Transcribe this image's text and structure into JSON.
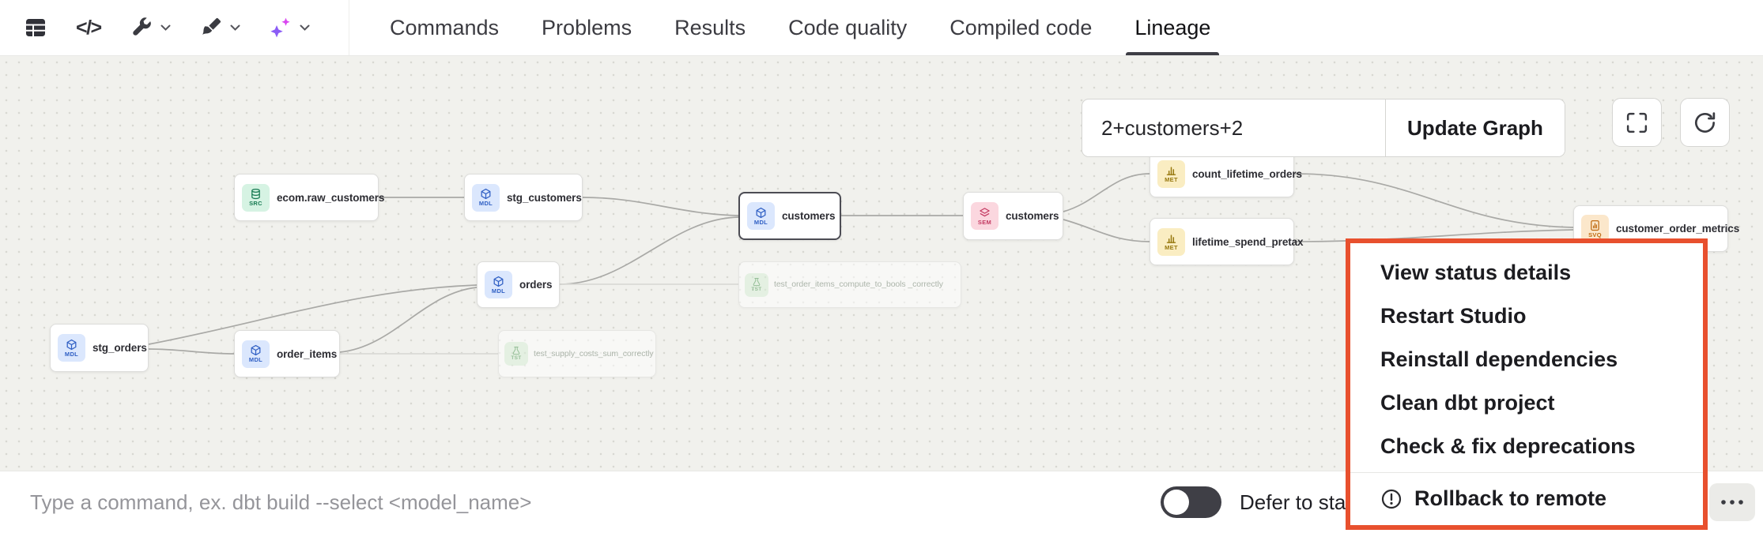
{
  "toolbar": {
    "icons": [
      "table-icon",
      "code-icon",
      "wrench-icon",
      "brush-icon",
      "sparkles-icon"
    ],
    "code_glyph": "</>",
    "tabs": [
      "Commands",
      "Problems",
      "Results",
      "Code quality",
      "Compiled code",
      "Lineage"
    ],
    "active_tab": "Lineage"
  },
  "graph_controls": {
    "selector_value": "2+customers+2",
    "update_button_label": "Update Graph"
  },
  "canvas": {
    "nodes": [
      {
        "type": "SRC",
        "label": "ecom.raw_customers"
      },
      {
        "type": "MDL",
        "label": "stg_customers"
      },
      {
        "type": "MDL",
        "label": "customers",
        "selected": true
      },
      {
        "type": "SEM",
        "label": "customers"
      },
      {
        "type": "MET",
        "label": "count_lifetime_orders"
      },
      {
        "type": "MET",
        "label": "lifetime_spend_pretax"
      },
      {
        "type": "SVQ",
        "label": "customer_order_metrics"
      },
      {
        "type": "MDL",
        "label": "orders"
      },
      {
        "type": "MDL",
        "label": "stg_orders"
      },
      {
        "type": "MDL",
        "label": "order_items"
      },
      {
        "type": "TST",
        "label": "test_order_items_compute_to_bools _correctly",
        "faded": true
      },
      {
        "type": "TST",
        "label": "test_supply_costs_sum_correctly",
        "faded": true
      }
    ]
  },
  "context_menu": {
    "items": [
      "View status details",
      "Restart Studio",
      "Reinstall dependencies",
      "Clean dbt project",
      "Check & fix deprecations"
    ],
    "footer_item": "Rollback to remote",
    "highlight_color": "#e8502e"
  },
  "bottom_bar": {
    "command_placeholder": "Type a command, ex. dbt build --select <model_name>",
    "defer_label": "Defer to staging",
    "toggle_state": "off"
  }
}
